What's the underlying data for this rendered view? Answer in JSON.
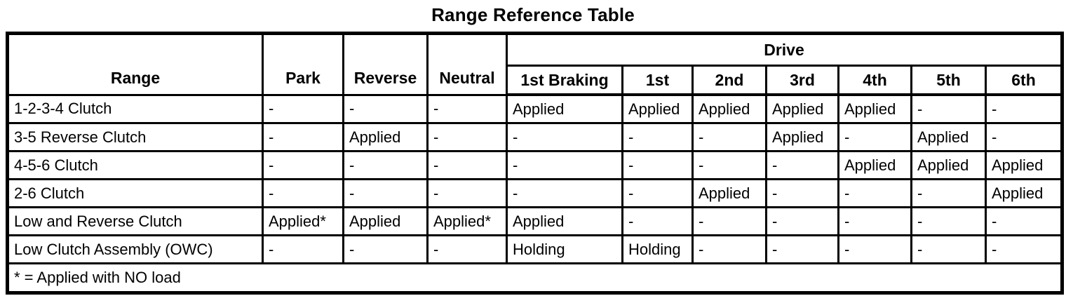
{
  "title": "Range Reference Table",
  "table": {
    "col_headers": {
      "range": "Range",
      "park": "Park",
      "reverse": "Reverse",
      "neutral": "Neutral",
      "drive": "Drive",
      "drive_sub": [
        "1st Braking",
        "1st",
        "2nd",
        "3rd",
        "4th",
        "5th",
        "6th"
      ]
    },
    "rows": [
      {
        "label": "1-2-3-4 Clutch",
        "cells": [
          "-",
          "-",
          "-",
          "Applied",
          "Applied",
          "Applied",
          "Applied",
          "Applied",
          "-",
          "-"
        ]
      },
      {
        "label": "3-5 Reverse Clutch",
        "cells": [
          "-",
          "Applied",
          "-",
          "-",
          "-",
          "-",
          "Applied",
          "-",
          "Applied",
          "-"
        ]
      },
      {
        "label": "4-5-6 Clutch",
        "cells": [
          "-",
          "-",
          "-",
          "-",
          "-",
          "-",
          "-",
          "Applied",
          "Applied",
          "Applied"
        ]
      },
      {
        "label": "2-6 Clutch",
        "cells": [
          "-",
          "-",
          "-",
          "-",
          "-",
          "Applied",
          "-",
          "-",
          "-",
          "Applied"
        ]
      },
      {
        "label": "Low and Reverse Clutch",
        "cells": [
          "Applied*",
          "Applied",
          "Applied*",
          "Applied",
          "-",
          "-",
          "-",
          "-",
          "-",
          "-"
        ]
      },
      {
        "label": "Low Clutch Assembly (OWC)",
        "cells": [
          "-",
          "-",
          "-",
          "Holding",
          "Holding",
          "-",
          "-",
          "-",
          "-",
          "-"
        ]
      }
    ],
    "footnote": "* = Applied with NO load"
  },
  "colors": {
    "border": "#000000",
    "text": "#000000",
    "background": "#ffffff"
  }
}
